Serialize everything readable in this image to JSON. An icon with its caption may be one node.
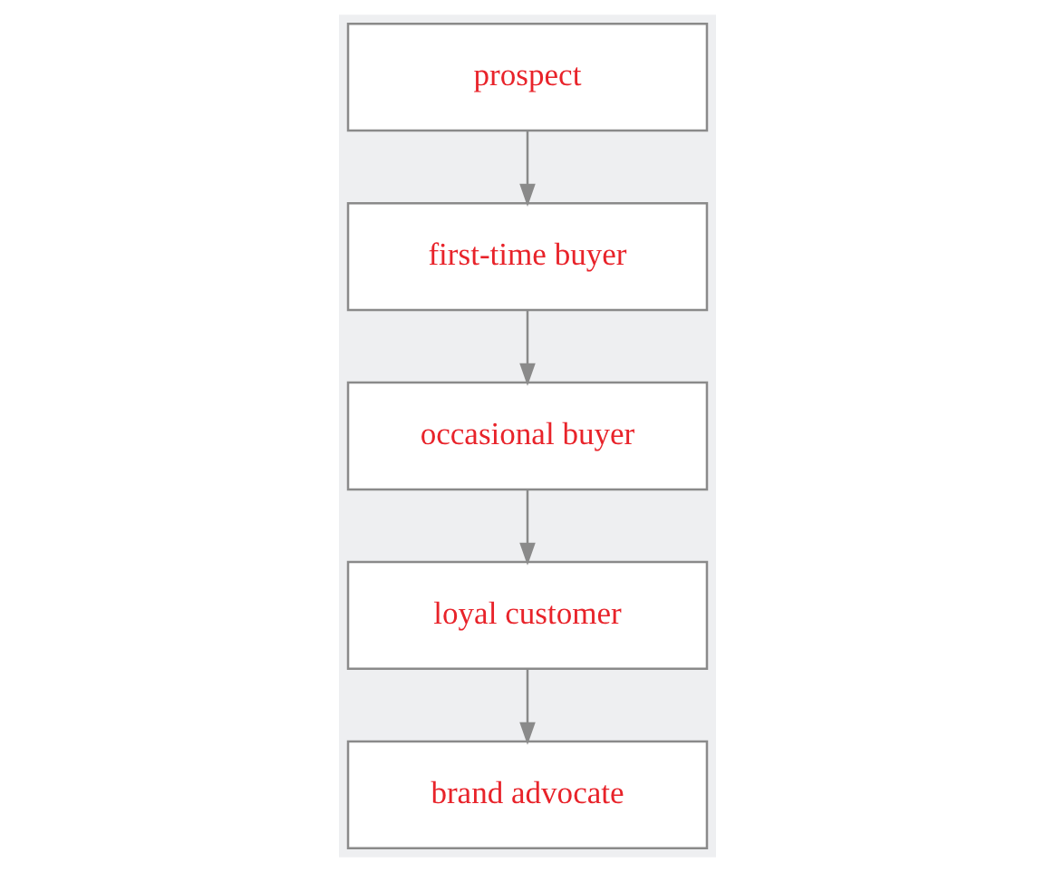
{
  "diagram": {
    "nodes": [
      {
        "text": [
          "prospect"
        ]
      },
      {
        "text": [
          "first-time buyer"
        ]
      },
      {
        "text": [
          "occasional buyer"
        ]
      },
      {
        "text": [
          "loyal customer"
        ]
      },
      {
        "text": [
          "brand advocate"
        ]
      }
    ],
    "edges": [
      {
        "from": 0,
        "to": 1,
        "arrow": "to"
      },
      {
        "from": 1,
        "to": 2,
        "arrow": "to"
      },
      {
        "from": 2,
        "to": 3,
        "arrow": "to"
      },
      {
        "from": 3,
        "to": 4,
        "arrow": "to"
      }
    ]
  }
}
